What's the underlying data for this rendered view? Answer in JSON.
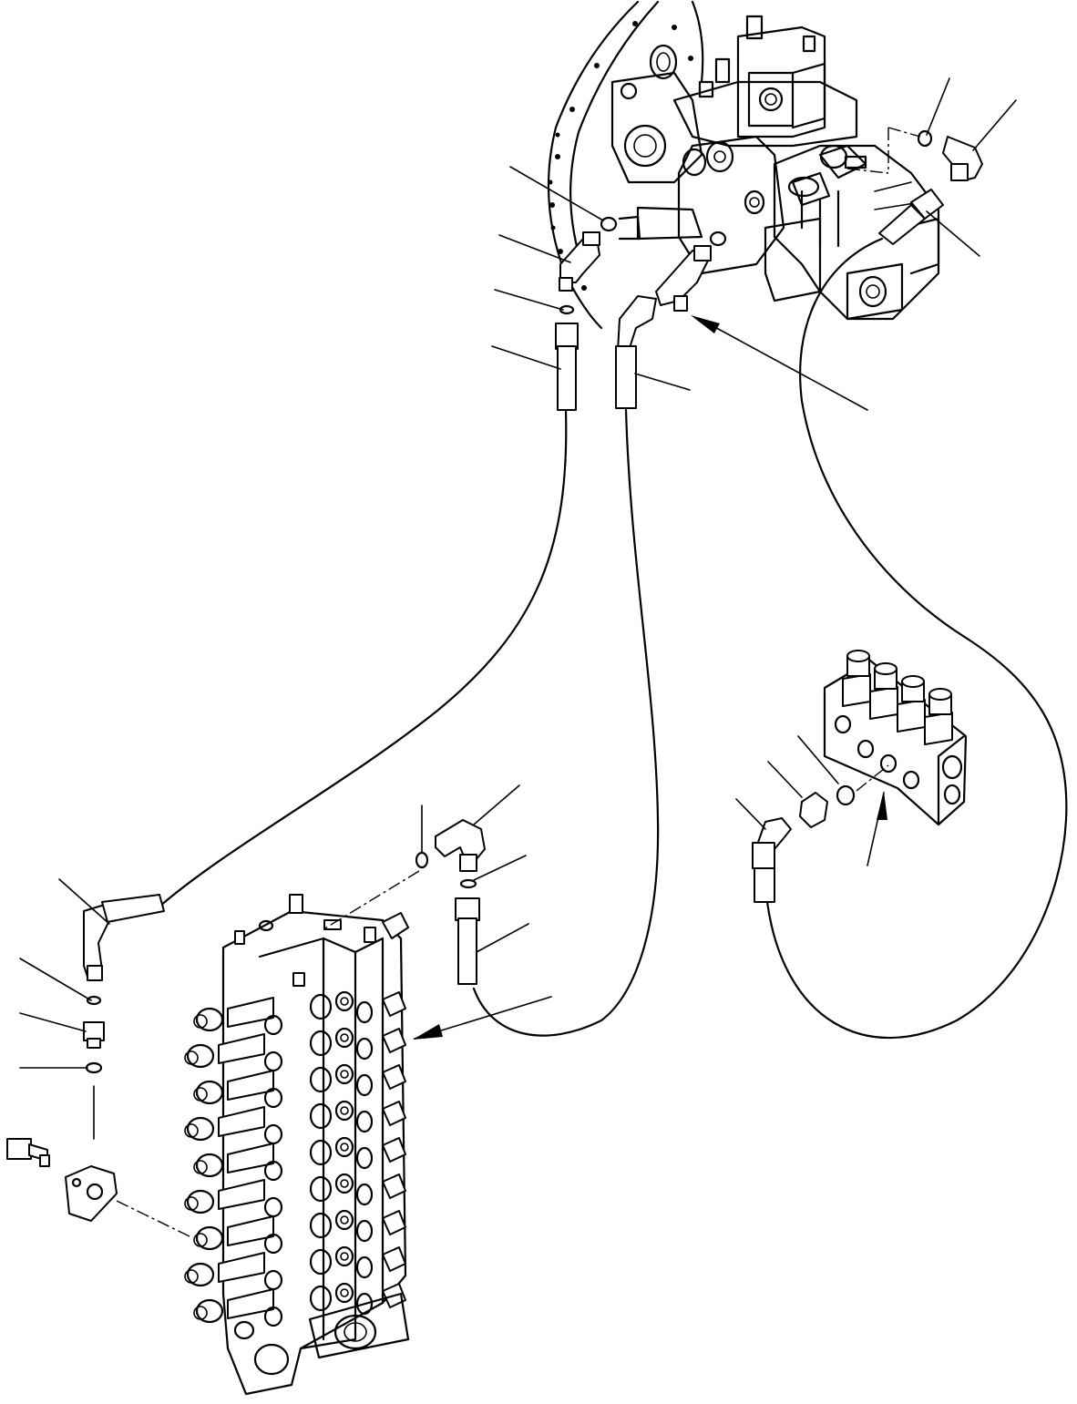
{
  "figure": {
    "type": "exploded parts diagram",
    "callouts": [],
    "assemblies": [
      "main-pump",
      "control-valve",
      "solenoid-valve-block"
    ],
    "hoses": 3,
    "colors": {
      "line": "#000000",
      "background": "#ffffff"
    }
  }
}
